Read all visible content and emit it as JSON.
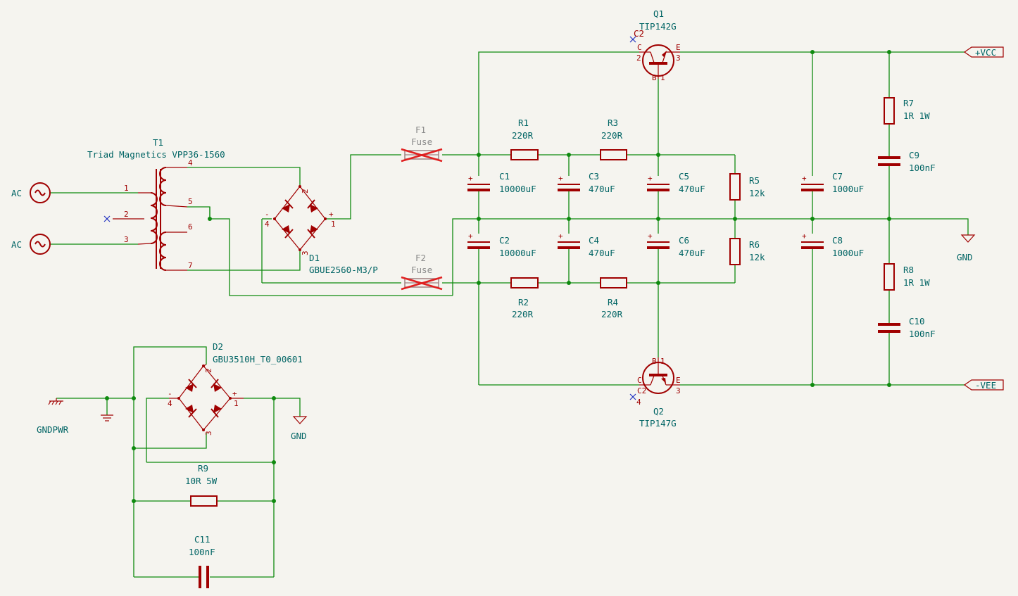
{
  "power_ports": {
    "vcc": "+VCC",
    "vee": "-VEE",
    "gnd_main": "GND",
    "gnd_lower": "GND",
    "gndpwr": "GNDPWR",
    "ac1": "AC",
    "ac2": "AC"
  },
  "components": {
    "t1": {
      "ref": "T1",
      "value": "Triad Magnetics VPP36-1560",
      "pins": [
        "1",
        "2",
        "3",
        "4",
        "5",
        "6",
        "7"
      ]
    },
    "d1": {
      "ref": "D1",
      "value": "GBUE2560-M3/P",
      "pins": [
        "1",
        "2",
        "3",
        "4"
      ],
      "plus": "+",
      "minus": "-"
    },
    "d2": {
      "ref": "D2",
      "value": "GBU3510H_T0_00601",
      "pins": [
        "1",
        "2",
        "3",
        "4"
      ],
      "plus": "+",
      "minus": "-"
    },
    "f1": {
      "ref": "F1",
      "value": "Fuse"
    },
    "f2": {
      "ref": "F2",
      "value": "Fuse"
    },
    "q1": {
      "ref": "Q1",
      "value": "TIP142G",
      "nc_label": "C2",
      "pins": [
        "2",
        "3",
        "1"
      ],
      "letters": [
        "C",
        "E",
        "B"
      ]
    },
    "q2": {
      "ref": "Q2",
      "value": "TIP147G",
      "nc_label": "C2",
      "pins": [
        "4",
        "3",
        "1"
      ],
      "letters": [
        "C",
        "E",
        "B"
      ]
    },
    "r1": {
      "ref": "R1",
      "value": "220R"
    },
    "r2": {
      "ref": "R2",
      "value": "220R"
    },
    "r3": {
      "ref": "R3",
      "value": "220R"
    },
    "r4": {
      "ref": "R4",
      "value": "220R"
    },
    "r5": {
      "ref": "R5",
      "value": "12k"
    },
    "r6": {
      "ref": "R6",
      "value": "12k"
    },
    "r7": {
      "ref": "R7",
      "value": "1R 1W"
    },
    "r8": {
      "ref": "R8",
      "value": "1R 1W"
    },
    "r9": {
      "ref": "R9",
      "value": "10R 5W"
    },
    "c1": {
      "ref": "C1",
      "value": "10000uF"
    },
    "c2": {
      "ref": "C2",
      "value": "10000uF"
    },
    "c3": {
      "ref": "C3",
      "value": "470uF"
    },
    "c4": {
      "ref": "C4",
      "value": "470uF"
    },
    "c5": {
      "ref": "C5",
      "value": "470uF"
    },
    "c6": {
      "ref": "C6",
      "value": "470uF"
    },
    "c7": {
      "ref": "C7",
      "value": "1000uF"
    },
    "c8": {
      "ref": "C8",
      "value": "1000uF"
    },
    "c9": {
      "ref": "C9",
      "value": "100nF"
    },
    "c10": {
      "ref": "C10",
      "value": "100nF"
    },
    "c11": {
      "ref": "C11",
      "value": "100nF"
    }
  },
  "colors": {
    "wire": "#0f8a0f",
    "component": "#a00000",
    "text": "#006464",
    "background": "#f5f4ef",
    "fuse_excluded": "#8a8a8a",
    "no_connect": "#2030c0"
  }
}
